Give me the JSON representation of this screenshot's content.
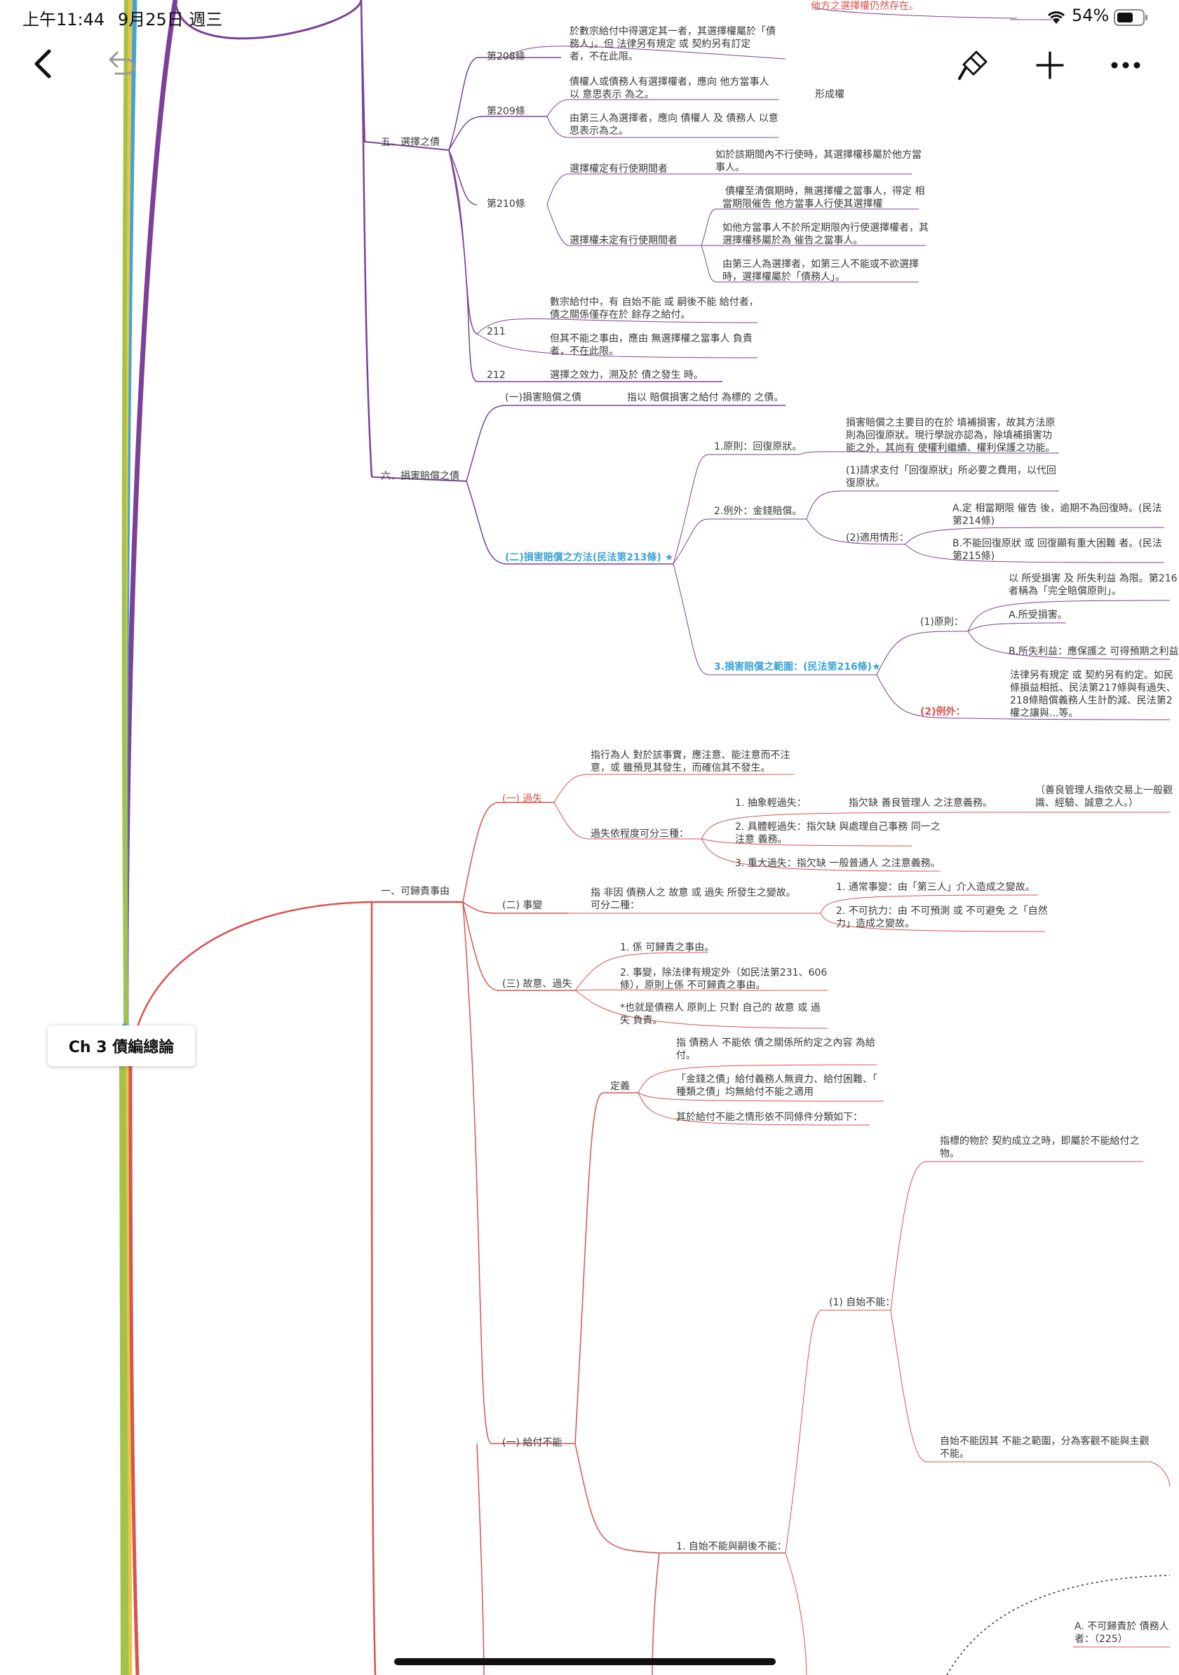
{
  "status_bar": {
    "time": "上午11:44",
    "date": "9月25日 週三",
    "battery": "54%"
  },
  "toolbar": {
    "back_icon": "chevron-left-icon",
    "undo_icon": "undo-icon",
    "style_icon": "paint-brush-icon",
    "add_icon": "plus-icon",
    "more_icon": "more-horizontal-icon"
  },
  "central_topic": "Ch 3 債編總論",
  "colors": {
    "purple": "#7d3f98",
    "red": "#d9534f",
    "blue": "#3fa4d8",
    "green": "#a4c24a",
    "yellow": "#e8c64a"
  },
  "purple_branch": {
    "top_cut": "他方之選擇權仍然存在。",
    "s5": {
      "title": "五、選擇之債",
      "a208": {
        "label": "第208條",
        "text1": "於數宗給付中得選定其一者，其選擇權屬於「債",
        "text2": "務人」。但 法律另有規定 或 契約另有訂定",
        "text3": "者，不在此限。"
      },
      "a209": {
        "label": "第209條",
        "t1a": "債權人或債務人有選擇權者，應向 他方當事人",
        "t1b": "以 意思表示 為之。",
        "tag": "形成權",
        "t2a": "由第三人為選擇者，應向 債權人 及 債務人 以意",
        "t2b": "思表示為之。"
      },
      "a210": {
        "label": "第210條",
        "n1": "選擇權定有行使期間者",
        "n1t1": "如於該期間內不行使時，其選擇權移屬於他方當",
        "n1t2": "事人。",
        "n2": "選擇權未定有行使期間者",
        "n2a1": "債權至清償期時，無選擇權之當事人，得定 相",
        "n2a2": "當期限催告 他方當事人行使其選擇權",
        "n2b1": "如他方當事人不於所定期限內行使選擇權者，其",
        "n2b2": "選擇權移屬於為 催告之當事人。",
        "n2c1": "由第三人為選擇者，如第三人不能或不欲選擇",
        "n2c2": "時，選擇權屬於「債務人」。"
      },
      "a211": {
        "label": "211",
        "t1a": "數宗給付中，有 自始不能 或 嗣後不能 給付者，",
        "t1b": "債之關係僅存在於 餘存之給付。",
        "t2a": "但其不能之事由，應由 無選擇權之當事人 負責",
        "t2b": "者，不在此限。"
      },
      "a212": {
        "label": "212",
        "text": "選擇之效力，溯及於 債之發生 時。"
      }
    },
    "s6": {
      "title": "六、損害賠償之債",
      "n1": "(一)損害賠償之債",
      "n1t": "指以 賠償損害之給付 為標的 之債。",
      "n2": "(二)損害賠償之方法(民法第213條) ★",
      "p1": "1.原則：回復原狀。",
      "p1t1": "損害賠償之主要目的在於 填補損害，故其方法原",
      "p1t2": "則為回復原狀。現行學說亦認為，除填補損害功",
      "p1t3": "能之外，其尚有 使權利繼續、權利保護之功能。",
      "p2": "2.例外：金錢賠償。",
      "p2a1": "(1)請求支付「回復原狀」所必要之費用，以代回",
      "p2a2": "復原狀。",
      "p2b": "(2)適用情形：",
      "p2bA1": "A.定 相當期限 催告 後，逾期不為回復時。(民法",
      "p2bA2": "第214條)",
      "p2bB1": "B.不能回復原狀 或 回復顯有重大困難 者。(民法",
      "p2bB2": "第215條)",
      "p3": "3.損害賠償之範圍：(民法第216條)★",
      "p3a": "(1)原則：",
      "p3a0a": "以 所受損害 及 所失利益 為限。第216",
      "p3a0b": "者稱為「完全賠償原則」。",
      "p3aA": "A.所受損害。",
      "p3aB": "B.所失利益：應保護之 可得預期之利益",
      "p3b": "(2)例外：",
      "p3b1": "法律另有規定 或 契約另有約定。如民",
      "p3b2": "條損益相抵、民法第217條與有過失、",
      "p3b3": "218條賠償義務人生計酌減、民法第2",
      "p3b4": "權之讓與...等。"
    }
  },
  "red_branch": {
    "title": "一、可歸責事由",
    "fault": {
      "label": "(一) 過失",
      "def1": "指行為人 對於該事實，應注意、能注意而不注",
      "def2": "意，或 雖預見其發生，而確信其不發生。",
      "deg": "過失依程度可分三種：",
      "d1": "1. 抽象輕過失：",
      "d1t": "指欠缺 善良管理人 之注意義務。",
      "d1x1": "（善良管理人指依交易上一般觀",
      "d1x2": "識、經驗、誠意之人。）",
      "d2a": "2. 具體輕過失：指欠缺 與處理自己事務 同一之",
      "d2b": "注意 義務。",
      "d3": "3. 重大過失：指欠缺 一般普通人 之注意義務。"
    },
    "accident": {
      "label": "(二) 事變",
      "def1": "指 非因 債務人之 故意 或 過失 所發生之變故。",
      "def2": "可分二種：",
      "a1": "1. 通常事變：由「第三人」介入造成之變故。",
      "a2a": "2. 不可抗力：由 不可預測 或 不可避免 之「自然",
      "a2b": "力」造成之變故。"
    },
    "intent": {
      "label": "(三) 故意、過失",
      "i1": "1. 係 可歸責之事由。",
      "i2a": "2. 事變，除法律有規定外（如民法第231、606",
      "i2b": "條），原則上係 不可歸責之事由。",
      "i3a": "*也就是債務人 原則上 只對 自己的 故意 或 過",
      "i3b": "失 負責。"
    },
    "impossible": {
      "label": "(一) 給付不能",
      "def": "定義",
      "def1a": "指 債務人 不能依 債之關係所約定之內容 為給",
      "def1b": "付。",
      "def2a": "「金錢之債」給付義務人無資力、給付困難、「",
      "def2b": "種類之債」均無給付不能之適用",
      "def3": "其於給付不能之情形依不同條件分類如下：",
      "c1": "1. 自始不能與嗣後不能：",
      "c1a": "(1) 自始不能：",
      "c1a1a": "指標的物於 契約成立之時，即屬於不能給付之",
      "c1a1b": "物。",
      "c1a2a": "自始不能因其 不能之範圍，分為客觀不能與主觀",
      "c1a2b": "不能。",
      "rb1": "A. 不可歸責於 債務人",
      "rb2": "者：（225）"
    }
  }
}
